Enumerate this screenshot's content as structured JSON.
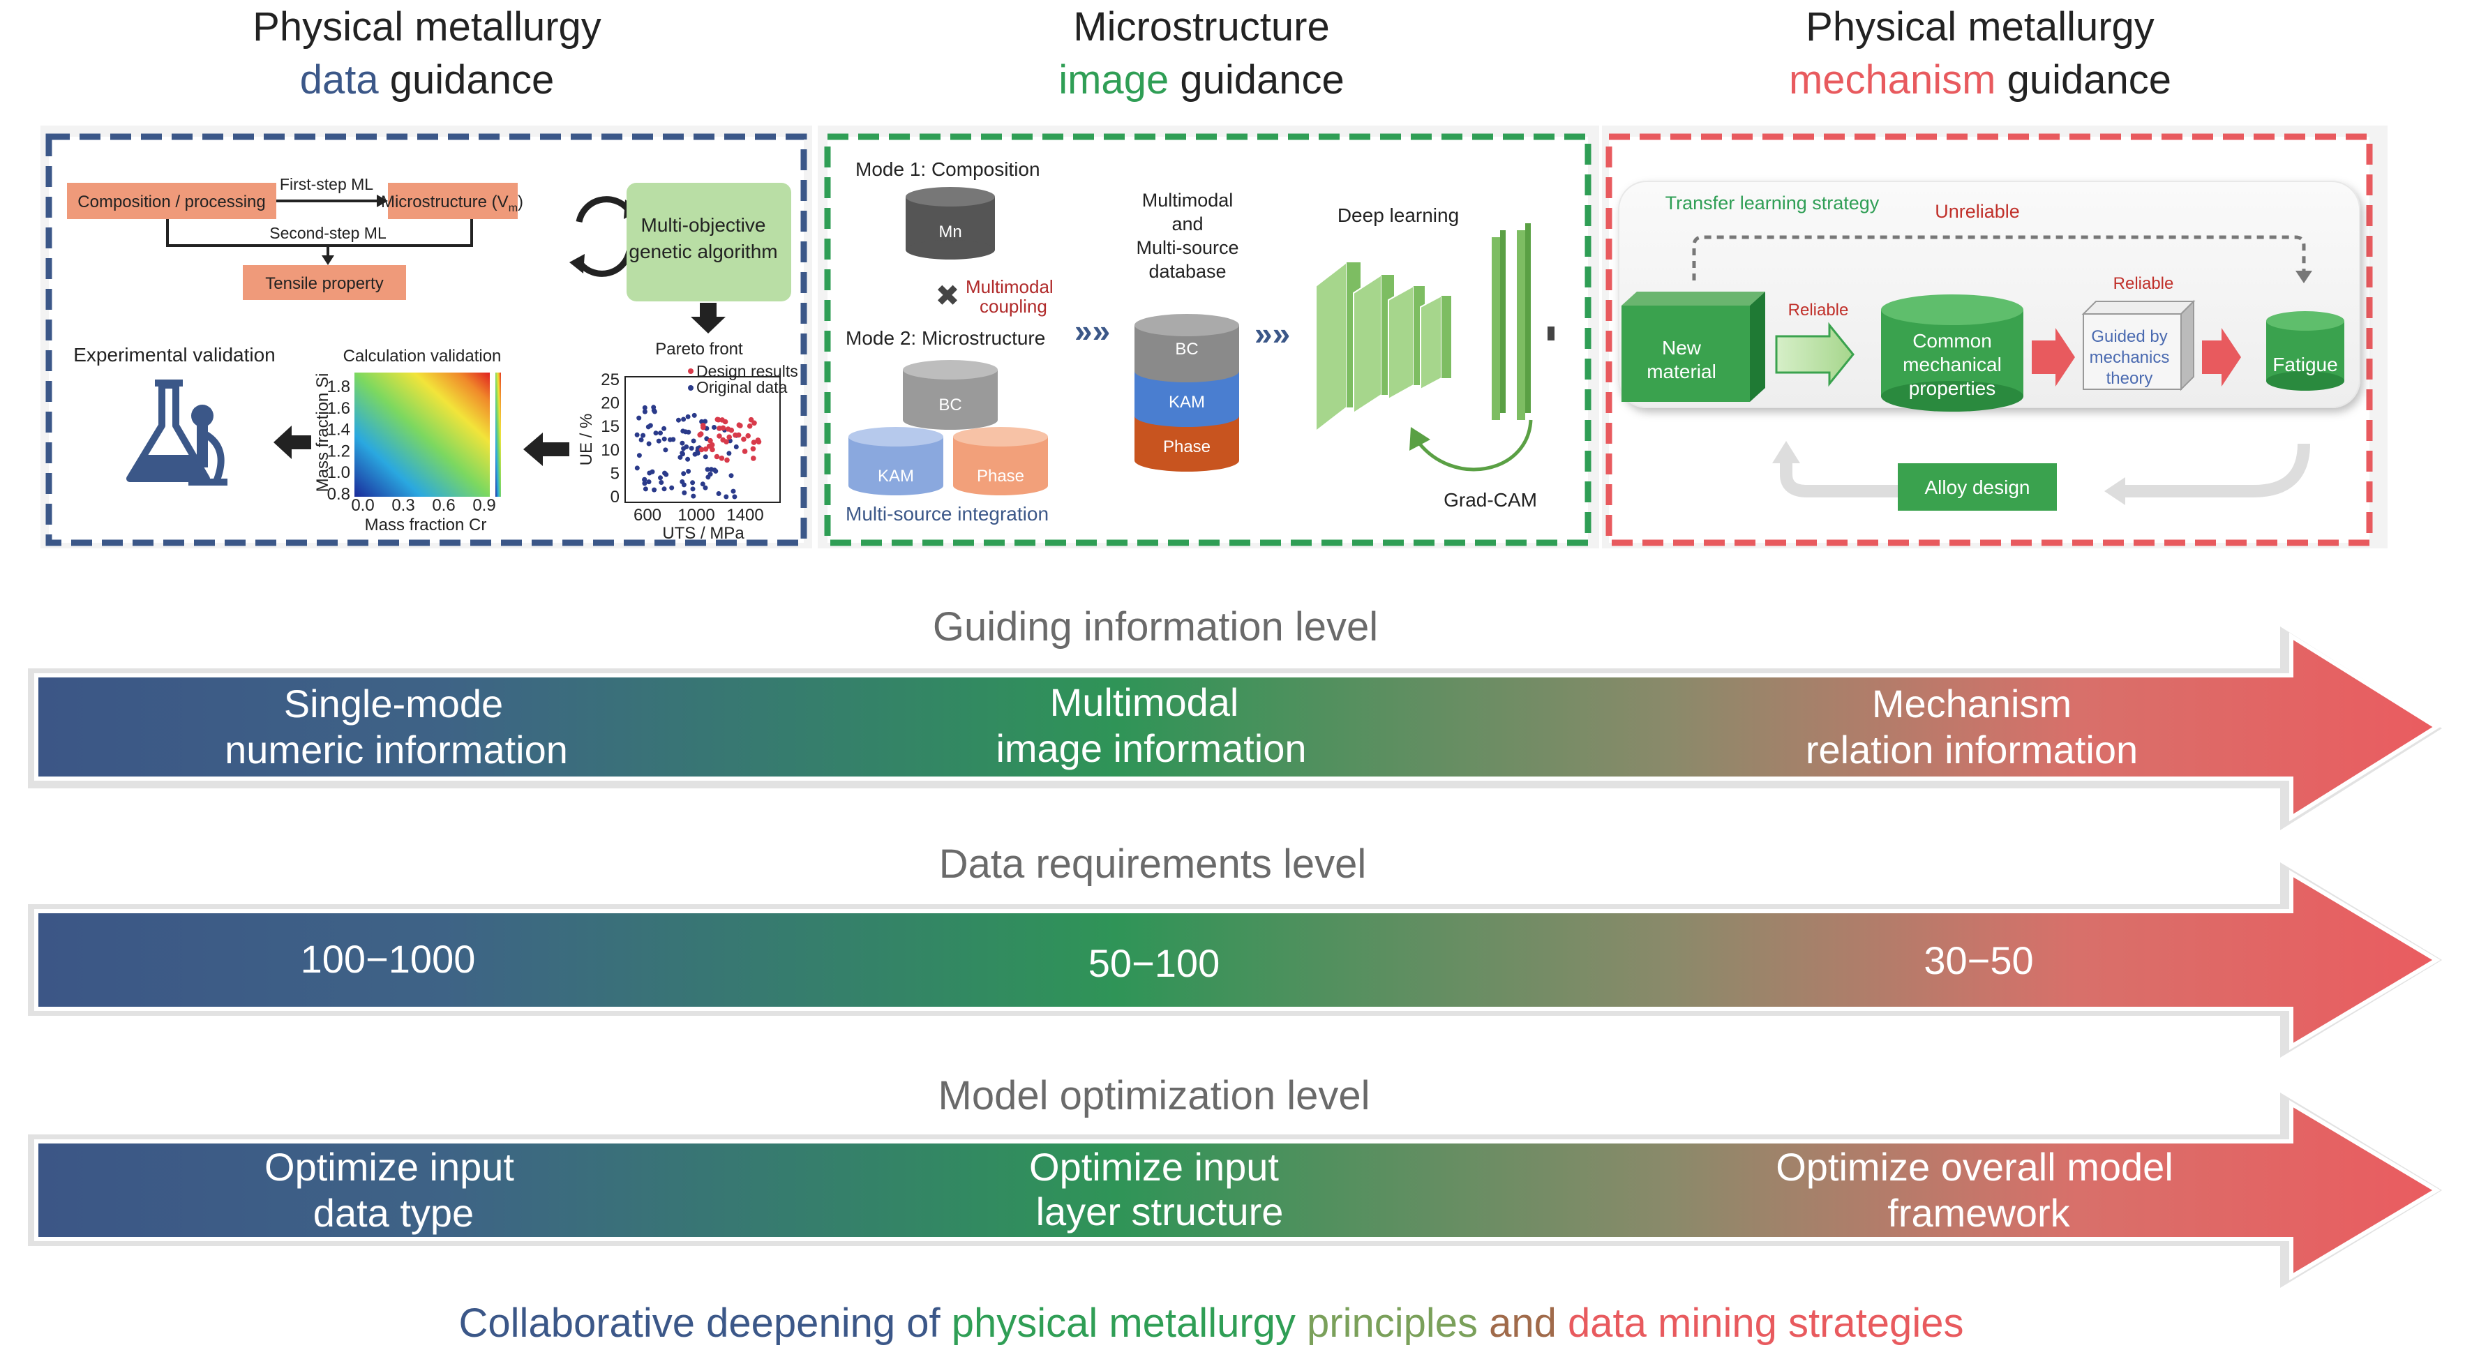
{
  "headers": {
    "col1": {
      "line1": "Physical metallurgy",
      "accent": "data",
      "rest": " guidance"
    },
    "col2": {
      "line1": "Microstructure",
      "accent": "image",
      "rest": " guidance"
    },
    "col3": {
      "line1": "Physical metallurgy",
      "accent": "mechanism",
      "rest": " guidance"
    }
  },
  "panel1": {
    "composition_processing": "Composition / processing",
    "first_step_ml": "First-step ML",
    "microstructure": "Microstructure (V",
    "microstructure_sub": "m",
    "microstructure_close": ")",
    "second_step_ml": "Second-step ML",
    "tensile_property": "Tensile property",
    "moga_line1": "Multi-objective",
    "moga_line2": "genetic algorithm",
    "pareto_front": "Pareto front",
    "design_results": "Design results",
    "original_data": "Original data",
    "experimental_validation": "Experimental validation",
    "calculation_validation": "Calculation validation",
    "heat_ylabel": "Mass fraction Si",
    "heat_xlabel": "Mass fraction Cr",
    "heat_yticks": [
      "1.8",
      "1.6",
      "1.4",
      "1.2",
      "1.0",
      "0.8"
    ],
    "heat_xticks": [
      "0.0",
      "0.3",
      "0.6",
      "0.9"
    ],
    "scatter_ylabel": "UE / %",
    "scatter_xlabel": "UTS / MPa",
    "scatter_yticks": [
      "25",
      "20",
      "15",
      "10",
      "5",
      "0"
    ],
    "scatter_xticks": [
      "600",
      "1000",
      "1400"
    ]
  },
  "panel2": {
    "mode1": "Mode 1: Composition",
    "mn": "Mn",
    "coupling_line1": "Multimodal",
    "coupling_line2": "coupling",
    "mode2": "Mode 2: Microstructure",
    "bc": "BC",
    "kam": "KAM",
    "phase": "Phase",
    "multi_source_integration": "Multi-source integration",
    "db_line1": "Multimodal",
    "db_line2": "and",
    "db_line3": "Multi-source",
    "db_line4": "database",
    "deep_learning": "Deep learning",
    "grad_cam": "Grad-CAM"
  },
  "panel3": {
    "transfer_learning": "Transfer learning strategy",
    "unreliable": "Unreliable",
    "reliable1": "Reliable",
    "reliable2": "Reliable",
    "new_material_line1": "New",
    "new_material_line2": "material",
    "common_line1": "Common",
    "common_line2": "mechanical",
    "common_line3": "properties",
    "guided_line1": "Guided by",
    "guided_line2": "mechanics",
    "guided_line3": "theory",
    "fatigue": "Fatigue",
    "alloy_design": "Alloy design"
  },
  "levels": [
    {
      "title": "Guiding information level",
      "items": [
        {
          "line1": "Single-mode",
          "line2": "numeric information"
        },
        {
          "line1": "Multimodal",
          "line2": "image information"
        },
        {
          "line1": "Mechanism",
          "line2": "relation information"
        }
      ]
    },
    {
      "title": "Data requirements level",
      "items": [
        {
          "line1": "100−1000",
          "line2": ""
        },
        {
          "line1": "50−100",
          "line2": ""
        },
        {
          "line1": "30−50",
          "line2": ""
        }
      ]
    },
    {
      "title": "Model optimization level",
      "items": [
        {
          "line1": "Optimize input",
          "line2": "data type"
        },
        {
          "line1": "Optimize input",
          "line2": "layer structure"
        },
        {
          "line1": "Optimize overall model",
          "line2": "framework"
        }
      ]
    }
  ],
  "footer": {
    "p1": "Collaborative deepening of ",
    "p2": "physical metallurgy",
    "p3": " principles",
    "p4": " and ",
    "p5": "data mining strategies"
  },
  "colors": {
    "blue": "#3b5788",
    "green": "#2f9e55",
    "red": "#e85a5e",
    "salmon": "#ef9a7a",
    "light_green": "#b9deA5"
  }
}
